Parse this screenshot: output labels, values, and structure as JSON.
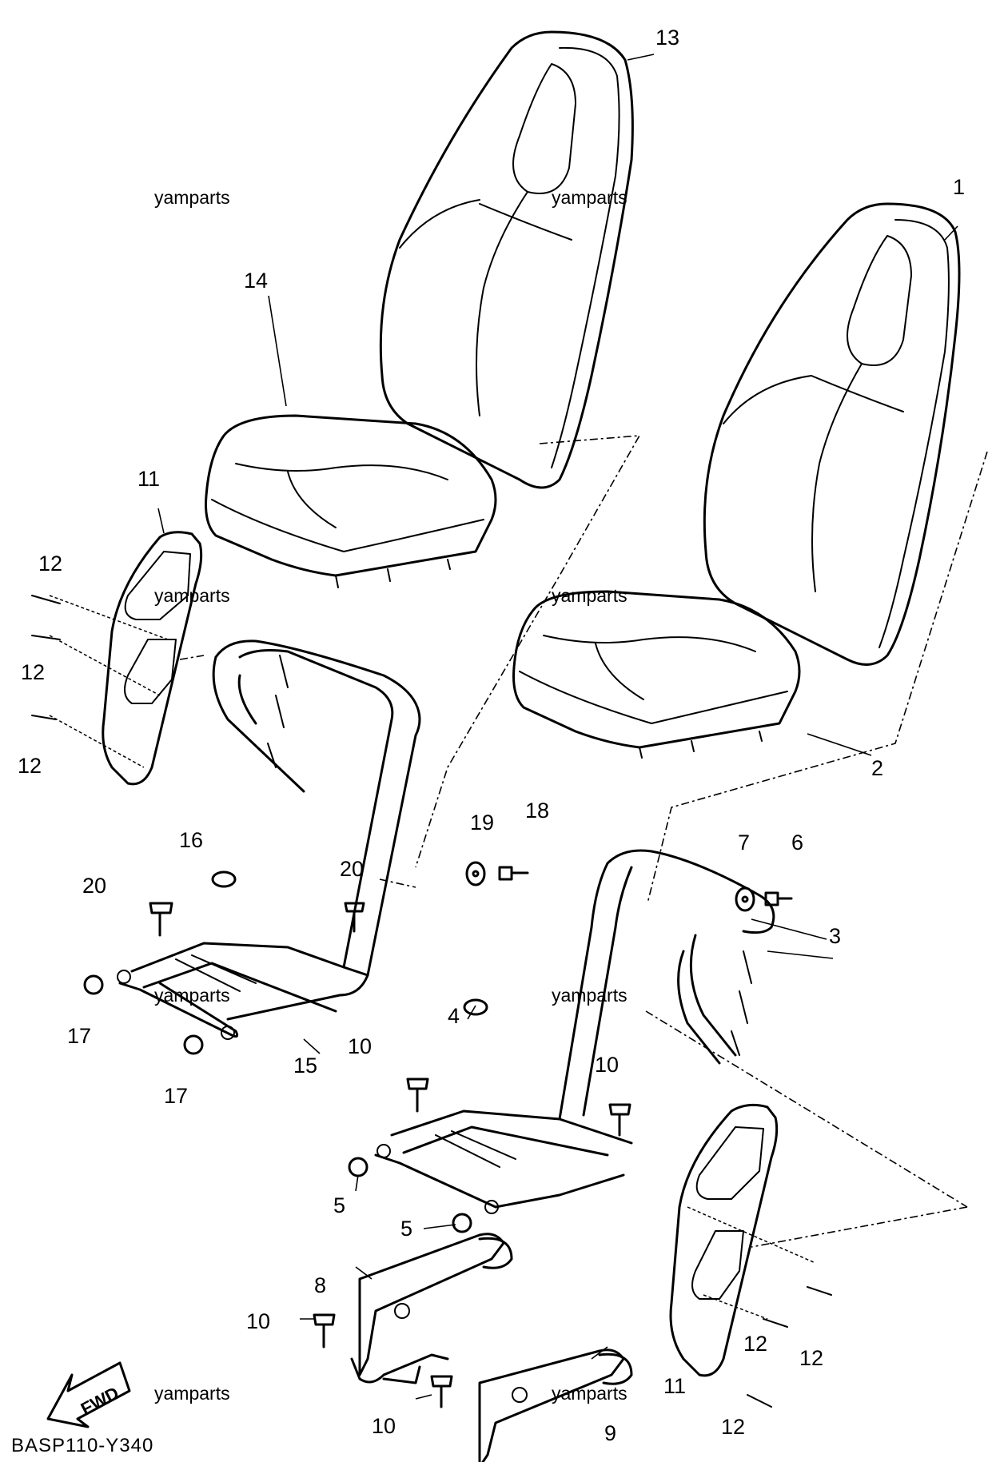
{
  "callouts": {
    "c1": "1",
    "c2": "2",
    "c3": "3",
    "c4": "4",
    "c5a": "5",
    "c5b": "5",
    "c6": "6",
    "c7": "7",
    "c8": "8",
    "c9": "9",
    "c10a": "10",
    "c10b": "10",
    "c10c": "10",
    "c10d": "10",
    "c11a": "11",
    "c11b": "11",
    "c12a": "12",
    "c12b": "12",
    "c12c": "12",
    "c12d": "12",
    "c12e": "12",
    "c12f": "12",
    "c13": "13",
    "c14": "14",
    "c15": "15",
    "c16": "16",
    "c17a": "17",
    "c17b": "17",
    "c18": "18",
    "c19": "19",
    "c20a": "20",
    "c20b": "20"
  },
  "watermarks": [
    "yamparts",
    "yamparts",
    "yamparts",
    "yamparts",
    "yamparts",
    "yamparts",
    "yamparts",
    "yamparts"
  ],
  "fwd_label": "FWD",
  "diagram_code": "BASP110-Y340"
}
